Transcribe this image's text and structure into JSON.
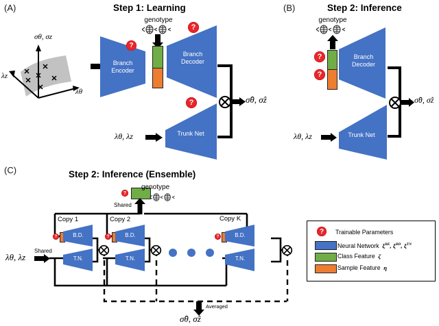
{
  "figure": {
    "panels": [
      {
        "id": "A",
        "label": "(A)",
        "title": "Step 1: Learning"
      },
      {
        "id": "B",
        "label": "(B)",
        "title": "Step 2: Inference"
      },
      {
        "id": "C",
        "label": "(C)",
        "title": "Step 2: Inference (Ensemble)"
      }
    ]
  },
  "panelA": {
    "plot": {
      "y_axis": "σθ, σz",
      "left_axis": "λz",
      "right_axis": "λθ",
      "marker": "×",
      "marker_count": 7
    },
    "genotype_label": "genotype",
    "encoder_label": "Branch\nEncoder",
    "encoder_line1": "Branch",
    "encoder_line2": "Encoder",
    "decoder_line1": "Branch",
    "decoder_line2": "Decoder",
    "trunk_label": "Trunk Net",
    "trunk_input": "λθ, λz",
    "output": "σ̂θ, σ̂z",
    "operator": "⊗",
    "question_marks": 3
  },
  "panelB": {
    "genotype_label": "genotype",
    "decoder_line1": "Branch",
    "decoder_line2": "Decoder",
    "trunk_label": "Trunk Net",
    "trunk_input": "λθ, λz",
    "output": "σ̂θ, σ̂z",
    "operator": "⊗",
    "question_marks": 2
  },
  "panelC": {
    "genotype_label": "genotype",
    "shared_top_label": "Shared",
    "shared_left_label": "Shared",
    "trunk_input": "λθ, λz",
    "copies": [
      {
        "title": "Copy 1",
        "bd": "B.D.",
        "tn": "T.N."
      },
      {
        "title": "Copy 2",
        "bd": "B.D.",
        "tn": "T.N."
      },
      {
        "title": "Copy K",
        "bd": "B.D.",
        "tn": "T.N."
      }
    ],
    "ellipsis_dots": 3,
    "averaged_label": "Averaged",
    "output": "σ̂θ, σ̂z",
    "operator": "⊗"
  },
  "legend": {
    "items": [
      {
        "icon": "question-mark",
        "label": "Trainable Parameters",
        "color": "#E8262A"
      },
      {
        "icon": "blue-swatch",
        "label": "Neural Network",
        "symbols": "ξ^BE, ξ^BD, ξ^TN",
        "color": "#4472C4"
      },
      {
        "icon": "green-swatch",
        "label": "Class Feature",
        "symbols": "ζ",
        "color": "#70AD47"
      },
      {
        "icon": "orange-swatch",
        "label": "Sample Feature",
        "symbols": "η",
        "color": "#ED7D31"
      }
    ]
  },
  "colors": {
    "network_blue": "#4472C4",
    "class_green": "#70AD47",
    "sample_orange": "#ED7D31",
    "trainable_red": "#E8262A",
    "line_black": "#000000",
    "surface_gray": "#BFBFBF"
  }
}
